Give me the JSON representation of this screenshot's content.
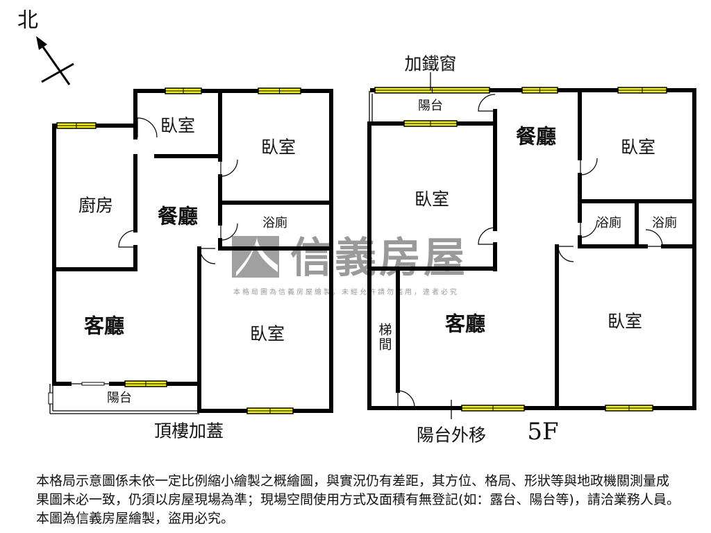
{
  "compass": {
    "north_label": "北"
  },
  "left_plan": {
    "rooms": {
      "kitchen": "廚房",
      "dining": "餐廳",
      "bedroom_small": "臥室",
      "bedroom_top_right": "臥室",
      "bathroom": "浴廁",
      "living": "客廳",
      "bedroom_bottom": "臥室",
      "balcony": "陽台"
    },
    "caption": "頂樓加蓋"
  },
  "right_plan": {
    "rooms": {
      "balcony_top": "陽台",
      "dining": "餐廳",
      "bedroom_left": "臥室",
      "bedroom_top_right": "臥室",
      "bathroom_1": "浴廁",
      "bathroom_2": "浴廁",
      "stairwell": "梯間",
      "living": "客廳",
      "bedroom_bottom_right": "臥室"
    },
    "annotation_top": "加鐵窗",
    "annotation_bottom": "陽台外移",
    "floor_label": "5F"
  },
  "watermark": {
    "brand": "信義房屋",
    "notice": "本格局圖為信義房屋繪製，未經允許請勿盜用，違者必究"
  },
  "disclaimer": "本格局示意圖係未依一定比例縮小繪製之概繪圖，與實況仍有差距，其方位、格局、形狀等與地政機關測量成果圖未必一致，仍須以房屋現場為準；現場空間使用方式及面積有無登記(如：露台、陽台等)，請洽業務人員。本圖為信義房屋繪製，盜用必究。",
  "colors": {
    "wall": "#000000",
    "window": "#f2ef1a",
    "watermark": "#9a9a9a"
  }
}
